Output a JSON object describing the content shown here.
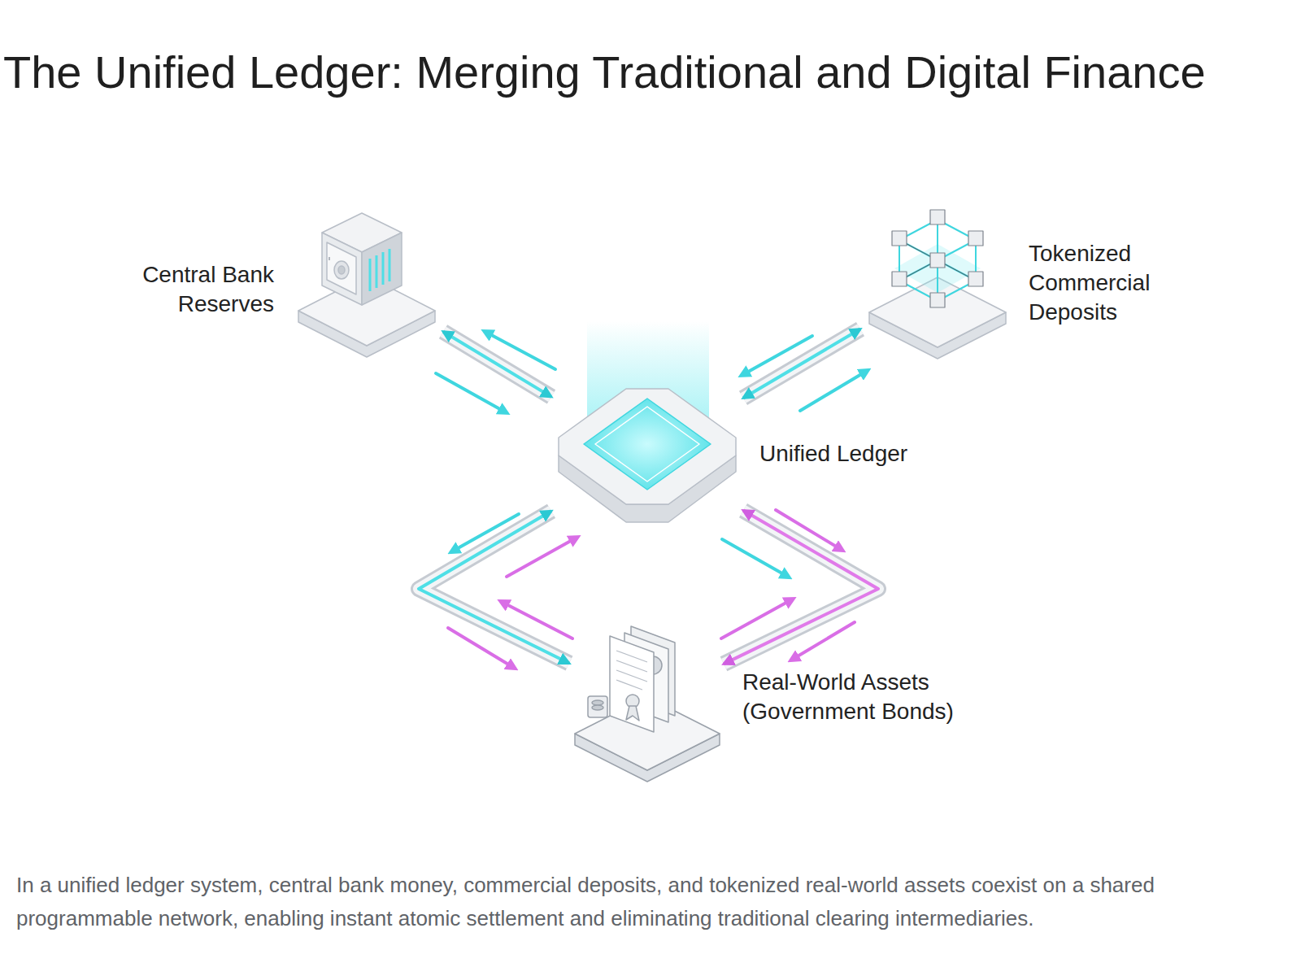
{
  "diagram": {
    "title": "The Unified Ledger: Merging Traditional and Digital Finance",
    "caption": "In a unified ledger system, central bank money, commercial deposits, and tokenized real-world assets coexist on a shared programmable network, enabling instant atomic settlement and eliminating traditional clearing intermediaries.",
    "nodes": [
      {
        "text": [
          "Central Bank Reserves"
        ]
      },
      {
        "text": [
          "Tokenized Commercial Deposits"
        ]
      },
      {
        "text": [
          "Unified Ledger"
        ]
      },
      {
        "text": [
          "Real-World Assets (Government Bonds)"
        ]
      }
    ],
    "edges": [
      {
        "from": 0,
        "to": 2,
        "arrow": "both"
      },
      {
        "from": 1,
        "to": 2,
        "arrow": "both"
      },
      {
        "from": 2,
        "to": 3,
        "arrow": "both"
      },
      {
        "from": 2,
        "to": 3,
        "arrow": "both"
      }
    ]
  }
}
